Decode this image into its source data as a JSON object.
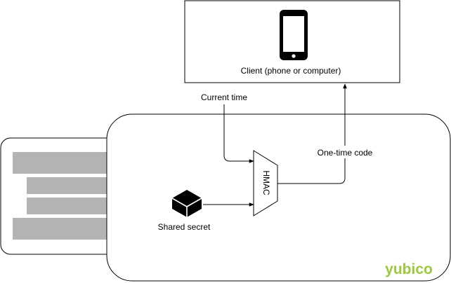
{
  "client": {
    "label": "Client (phone or computer)",
    "icon": "smartphone-icon"
  },
  "edges": {
    "current_time": "Current time",
    "one_time_code": "One-time code"
  },
  "hmac": {
    "label": "HMAC"
  },
  "secret": {
    "label": "Shared secret",
    "icon": "cube-icon"
  },
  "brand": {
    "name": "yubico"
  },
  "colors": {
    "stroke": "#000000",
    "connector_bars": "#b3b3b3",
    "brand_green": "#9aca3c",
    "background": "#ffffff"
  }
}
